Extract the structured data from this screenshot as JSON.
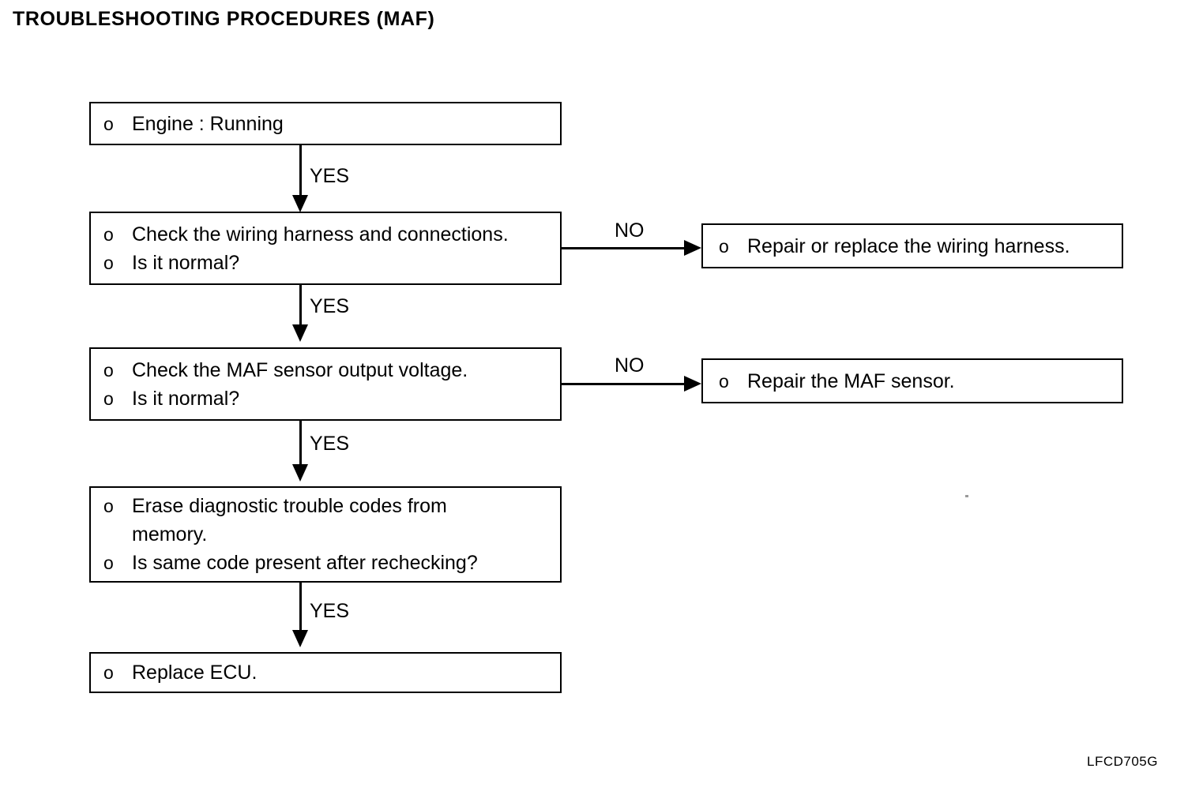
{
  "document": {
    "title": "TROUBLESHOOTING PROCEDURES (MAF)",
    "figure_code": "LFCD705G",
    "background_color": "#ffffff",
    "line_color": "#000000"
  },
  "flowchart": {
    "type": "flowchart",
    "orientation": "top-to-bottom with right branches",
    "nodes": [
      {
        "id": "engine-running",
        "lines": [
          {
            "bullet": "o",
            "text": "Engine : Running"
          }
        ]
      },
      {
        "id": "check-wiring",
        "lines": [
          {
            "bullet": "o",
            "text": "Check the wiring harness and connections."
          },
          {
            "bullet": "o",
            "text": "Is it normal?"
          }
        ]
      },
      {
        "id": "repair-wiring",
        "lines": [
          {
            "bullet": "o",
            "text": "Repair or replace the wiring harness."
          }
        ]
      },
      {
        "id": "check-maf-voltage",
        "lines": [
          {
            "bullet": "o",
            "text": "Check the MAF sensor output voltage."
          },
          {
            "bullet": "o",
            "text": "Is it normal?"
          }
        ]
      },
      {
        "id": "repair-maf",
        "lines": [
          {
            "bullet": "o",
            "text": "Repair the MAF sensor."
          }
        ]
      },
      {
        "id": "erase-codes",
        "lines": [
          {
            "bullet": "o",
            "text": "Erase diagnostic trouble codes from"
          },
          {
            "bullet": "",
            "text": "memory."
          },
          {
            "bullet": "o",
            "text": "Is same code present after rechecking?"
          }
        ]
      },
      {
        "id": "replace-ecu",
        "lines": [
          {
            "bullet": "o",
            "text": "Replace ECU."
          }
        ]
      }
    ],
    "edges": [
      {
        "id": "edge-yes-1",
        "from": "engine-running",
        "to": "check-wiring",
        "label": "YES"
      },
      {
        "id": "edge-no-1",
        "from": "check-wiring",
        "to": "repair-wiring",
        "label": "NO"
      },
      {
        "id": "edge-yes-2",
        "from": "check-wiring",
        "to": "check-maf-voltage",
        "label": "YES"
      },
      {
        "id": "edge-no-2",
        "from": "check-maf-voltage",
        "to": "repair-maf",
        "label": "NO"
      },
      {
        "id": "edge-yes-3",
        "from": "check-maf-voltage",
        "to": "erase-codes",
        "label": "YES"
      },
      {
        "id": "edge-yes-4",
        "from": "erase-codes",
        "to": "replace-ecu",
        "label": "YES"
      }
    ]
  }
}
